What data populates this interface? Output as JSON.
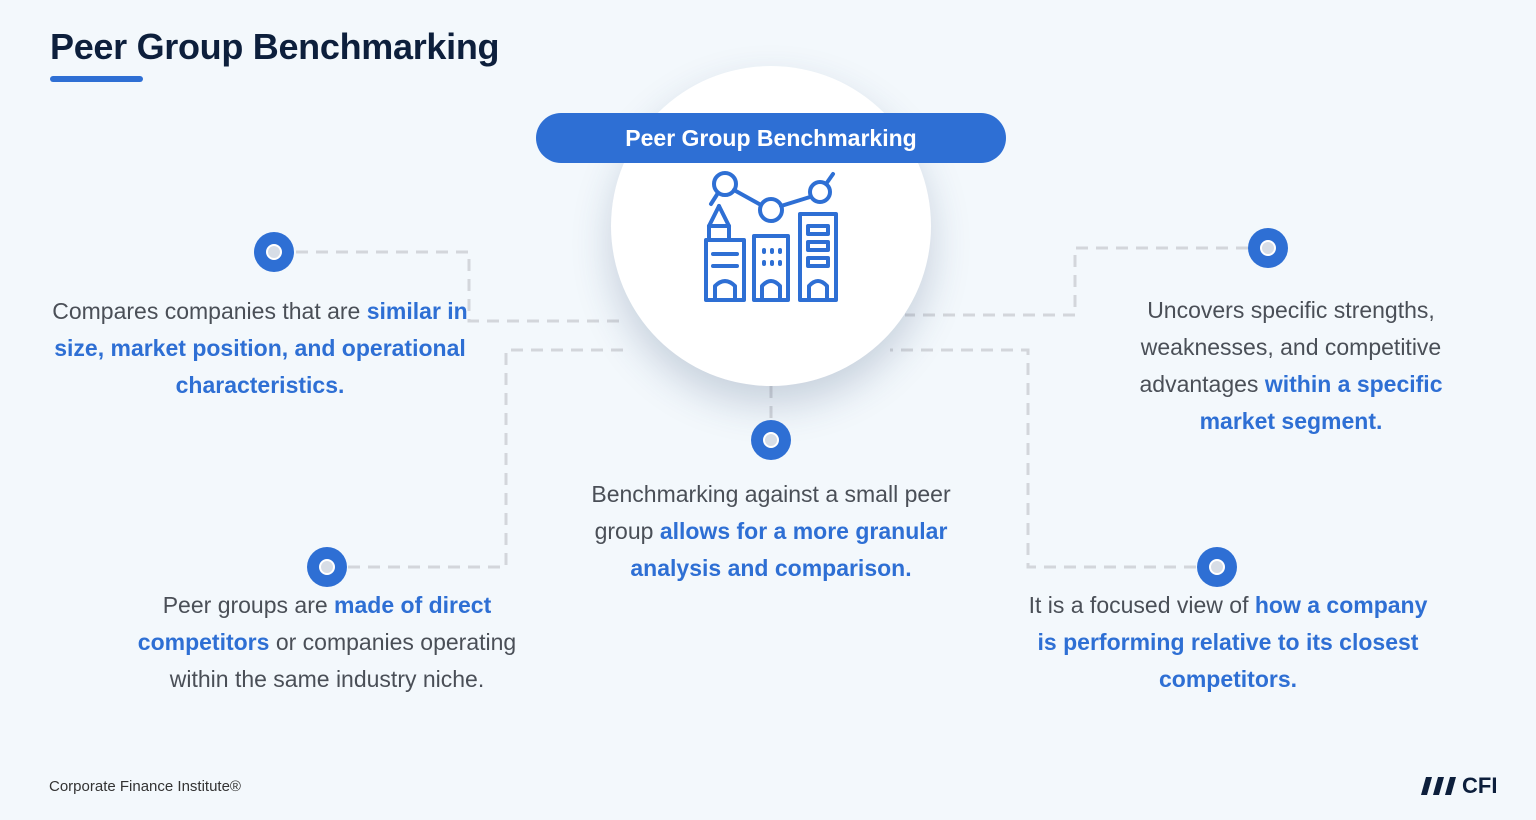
{
  "title": "Peer Group Benchmarking",
  "hub": {
    "label": "Peer Group Benchmarking",
    "icon": "buildings-analytics-icon"
  },
  "points": [
    {
      "id": "size",
      "pre": "Compares companies that are ",
      "highlight": "similar in size, market position, and operational characteristics.",
      "post": ""
    },
    {
      "id": "strengths",
      "pre": "Uncovers specific strengths, weaknesses, and competitive advantages ",
      "highlight": "within a specific market segment.",
      "post": ""
    },
    {
      "id": "granular",
      "pre": "Benchmarking against a small peer group ",
      "highlight": "allows for a more granular analysis and comparison.",
      "post": ""
    },
    {
      "id": "competitors",
      "pre": "Peer groups are ",
      "highlight": "made of direct competitors",
      "post": " or companies operating within the same industry niche."
    },
    {
      "id": "focused",
      "pre": "It is a focused view of ",
      "highlight": "how a company is performing relative to its closest competitors.",
      "post": ""
    }
  ],
  "footer": {
    "source": "Corporate Finance Institute®"
  },
  "logo": {
    "text": "CFI",
    "icon": "cfi-logo-icon"
  },
  "colors": {
    "accent": "#2e6fd4",
    "title": "#0d1f3c",
    "body_text": "#4a4f57",
    "background": "#f3f8fc",
    "connector": "#d3d6db"
  }
}
